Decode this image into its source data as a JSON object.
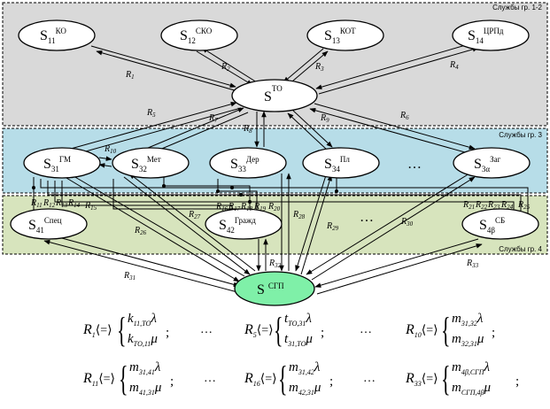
{
  "bands": {
    "group12": {
      "title": "Службы гр. 1-2"
    },
    "group3": {
      "title": "Службы гр. 3"
    },
    "group4": {
      "title": "Службы гр. 4"
    }
  },
  "nodes": {
    "s11": {
      "main": "S",
      "sub": "11",
      "sup": "КО"
    },
    "s12": {
      "main": "S",
      "sub": "12",
      "sup": "СКО"
    },
    "s13": {
      "main": "S",
      "sub": "13",
      "sup": "КОТ"
    },
    "s14": {
      "main": "S",
      "sub": "14",
      "sup": "ЦРПд"
    },
    "sto": {
      "main": "S",
      "sub": "",
      "sup": "ТО"
    },
    "s31": {
      "main": "S",
      "sub": "31",
      "sup": "ГМ"
    },
    "s32": {
      "main": "S",
      "sub": "32",
      "sup": "Мет"
    },
    "s33": {
      "main": "S",
      "sub": "33",
      "sup": "Дер"
    },
    "s34": {
      "main": "S",
      "sub": "34",
      "sup": "Пл"
    },
    "s3a": {
      "main": "S",
      "sub": "3α",
      "sup": "Заг"
    },
    "s41": {
      "main": "S",
      "sub": "41",
      "sup": "Спец"
    },
    "s42": {
      "main": "S",
      "sub": "42",
      "sup": "Гражд"
    },
    "s4b": {
      "main": "S",
      "sub": "4β",
      "sup": "СБ"
    },
    "ssgp": {
      "main": "S",
      "sub": "",
      "sup": "СГП"
    }
  },
  "ellipsis": "…",
  "relations": {
    "r1": "R1",
    "r2": "R2",
    "r3": "R3",
    "r4": "R4",
    "r5": "R5",
    "r6": "R6",
    "r7": "R7",
    "r8": "R8",
    "r9": "R9",
    "r10": "R10",
    "r11": "R11",
    "r12": "R12",
    "r13": "R13",
    "r14": "R14",
    "r15": "R15",
    "r16": "R16",
    "r17": "R17",
    "r18": "R18",
    "r19": "R19",
    "r20": "R20",
    "r21": "R21",
    "r22": "R22",
    "r23": "R23",
    "r24": "R24",
    "r25": "R25",
    "r26": "R26",
    "r27": "R27",
    "r28": "R28",
    "r29": "R29",
    "r30": "R30",
    "r31": "R31",
    "r32": "R32",
    "r33": "R33"
  },
  "formulas": [
    {
      "lhs": "R",
      "lhs_sub": "1",
      "rel": "⟨=⟩",
      "top": "k",
      "top_sub": "11,ТО",
      "top_var": "λ",
      "bot": "k",
      "bot_sub": "ТО,11",
      "bot_var": "μ",
      "semi": ";"
    },
    {
      "lhs": "R",
      "lhs_sub": "5",
      "rel": "⟨=⟩",
      "top": "t",
      "top_sub": "ТО,31",
      "top_var": "λ",
      "bot": "t",
      "bot_sub": "31,ТО",
      "bot_var": "μ",
      "semi": ";"
    },
    {
      "lhs": "R",
      "lhs_sub": "10",
      "rel": "⟨=⟩",
      "top": "m",
      "top_sub": "31,32",
      "top_var": "λ",
      "bot": "m",
      "bot_sub": "32,31",
      "bot_var": "μ",
      "semi": ";"
    },
    {
      "lhs": "R",
      "lhs_sub": "11",
      "rel": "⟨=⟩",
      "top": "m",
      "top_sub": "31,41",
      "top_var": "λ",
      "bot": "m",
      "bot_sub": "41,31",
      "bot_var": "μ",
      "semi": ";"
    },
    {
      "lhs": "R",
      "lhs_sub": "16",
      "rel": "⟨=⟩",
      "top": "m",
      "top_sub": "31,42",
      "top_var": "λ",
      "bot": "m",
      "bot_sub": "42,31",
      "bot_var": "μ",
      "semi": ";"
    },
    {
      "lhs": "R",
      "lhs_sub": "33",
      "rel": "⟨=⟩",
      "top": "m",
      "top_sub": "4β,СГП",
      "top_var": "λ",
      "bot": "m",
      "bot_sub": "СГП,4β",
      "bot_var": "μ",
      "semi": ";"
    }
  ],
  "formula_dots": "…"
}
